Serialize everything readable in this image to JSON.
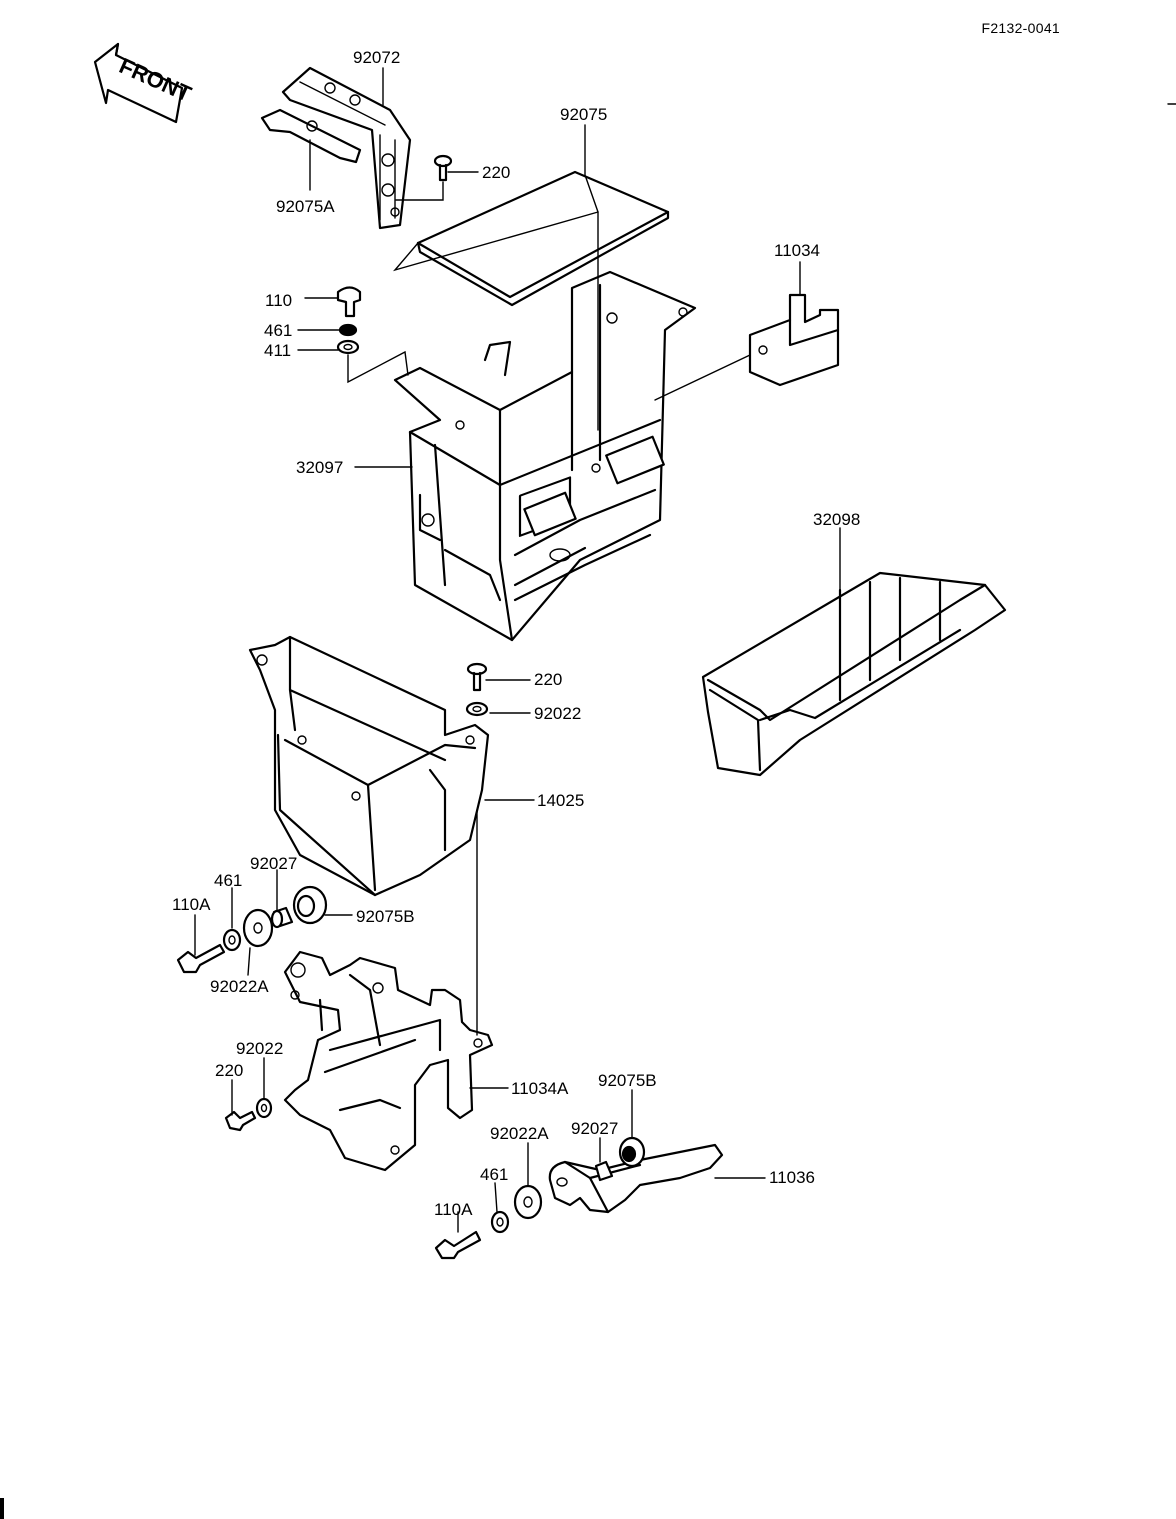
{
  "diagram_code": "F2132-0041",
  "front_label": "FRONT",
  "labels": {
    "l_92072": "92072",
    "l_92075": "92075",
    "l_220_top": "220",
    "l_92075A": "92075A",
    "l_110": "110",
    "l_461_top": "461",
    "l_411": "411",
    "l_11034": "11034",
    "l_32097": "32097",
    "l_32098": "32098",
    "l_220_mid": "220",
    "l_92022_mid": "92022",
    "l_14025": "14025",
    "l_92027_left": "92027",
    "l_461_left": "461",
    "l_110A_left": "110A",
    "l_92075B_left": "92075B",
    "l_92022A_left": "92022A",
    "l_92022_low": "92022",
    "l_220_low": "220",
    "l_11034A": "11034A",
    "l_92075B_right": "92075B",
    "l_92022A_right": "92022A",
    "l_92027_right": "92027",
    "l_11036": "11036",
    "l_461_bottom": "461",
    "l_110A_bottom": "110A"
  }
}
